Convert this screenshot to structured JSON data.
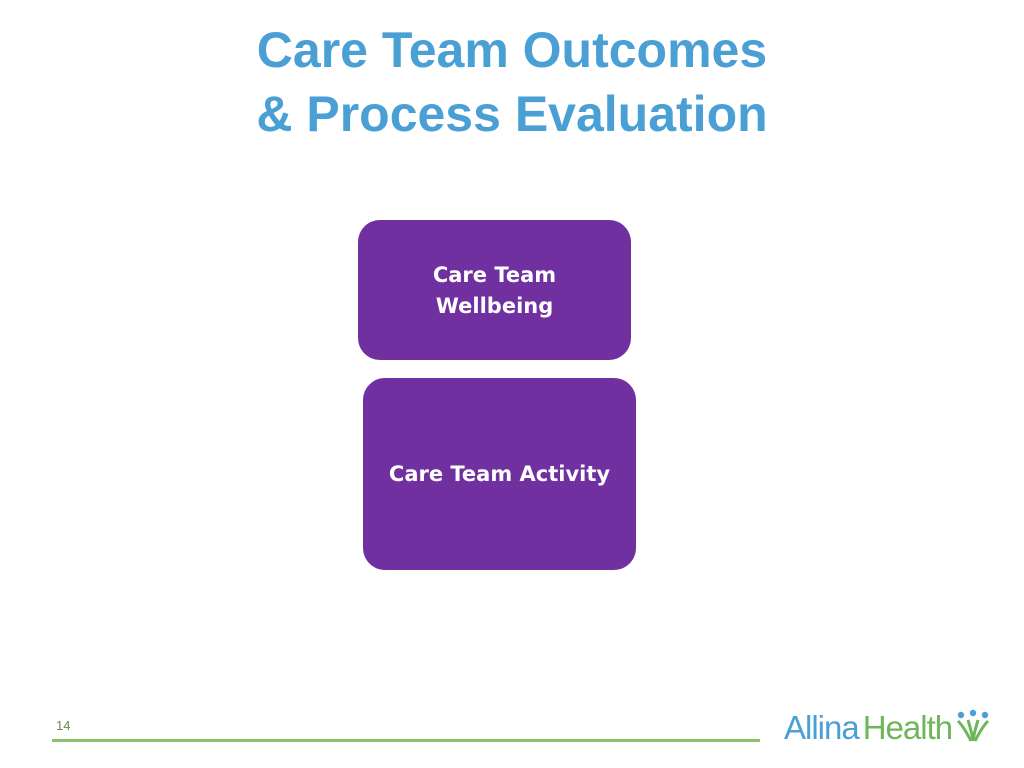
{
  "slide": {
    "title_line1": "Care Team Outcomes",
    "title_line2": "& Process Evaluation",
    "box1_label": "Care Team Wellbeing",
    "box2_label": "Care Team Activity",
    "page_number": "14"
  },
  "logo": {
    "word1": "Allina",
    "word2": "Health",
    "icon": "three-people-leaf-icon"
  },
  "colors": {
    "title": "#4a9fd5",
    "box": "#7030a0",
    "footer_line": "#8dc06c",
    "logo_blue": "#4a9fd5",
    "logo_green": "#6fb65b"
  }
}
